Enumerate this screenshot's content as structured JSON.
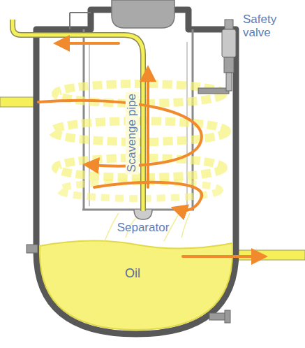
{
  "diagram": {
    "labels": [
      "Safety valve",
      "Scavenge pipe",
      "Separator",
      "Oil"
    ]
  }
}
